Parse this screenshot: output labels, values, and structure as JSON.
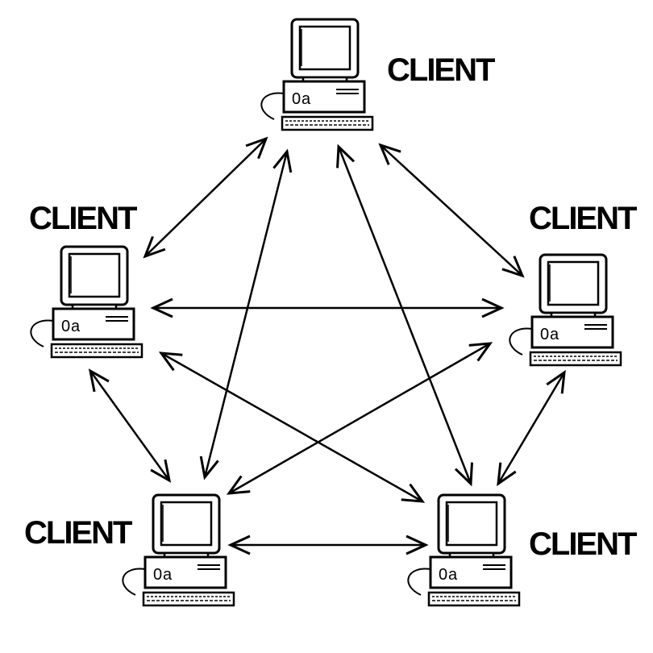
{
  "diagram": {
    "type": "peer-to-peer network",
    "line_color": "#000000",
    "background": "#ffffff",
    "nodes": [
      {
        "id": "top",
        "label": "CLIENT",
        "icon": "desktop-computer-icon"
      },
      {
        "id": "left",
        "label": "CLIENT",
        "icon": "desktop-computer-icon"
      },
      {
        "id": "right",
        "label": "CLIENT",
        "icon": "desktop-computer-icon"
      },
      {
        "id": "bottom-left",
        "label": "CLIENT",
        "icon": "desktop-computer-icon"
      },
      {
        "id": "bottom-right",
        "label": "CLIENT",
        "icon": "desktop-computer-icon"
      }
    ],
    "connections": [
      {
        "from": "top",
        "to": "left",
        "direction": "bidirectional"
      },
      {
        "from": "top",
        "to": "right",
        "direction": "bidirectional"
      },
      {
        "from": "top",
        "to": "bottom-left",
        "direction": "bidirectional"
      },
      {
        "from": "top",
        "to": "bottom-right",
        "direction": "bidirectional"
      },
      {
        "from": "left",
        "to": "right",
        "direction": "bidirectional"
      },
      {
        "from": "left",
        "to": "bottom-left",
        "direction": "bidirectional"
      },
      {
        "from": "left",
        "to": "bottom-right",
        "direction": "bidirectional"
      },
      {
        "from": "right",
        "to": "bottom-left",
        "direction": "bidirectional"
      },
      {
        "from": "right",
        "to": "bottom-right",
        "direction": "bidirectional"
      },
      {
        "from": "bottom-left",
        "to": "bottom-right",
        "direction": "bidirectional"
      }
    ]
  }
}
